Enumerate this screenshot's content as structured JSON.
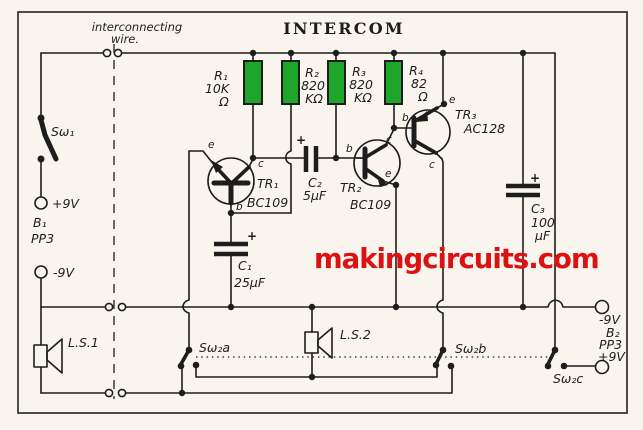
{
  "colors": {
    "paper": "#f9f5ee",
    "ink": "#1d1d1d",
    "resistor": "#1ea62b",
    "watermark": "#dc1111",
    "border": "#3a3a3a"
  },
  "title": "INTERCOM",
  "watermark": "makingcircuits.com",
  "interconnect": {
    "line1": "interconnecting",
    "line2": "wire."
  },
  "pins": {
    "e": "e",
    "b": "b",
    "c": "c"
  },
  "resistors": {
    "r1": {
      "name": "R₁",
      "value": "10K",
      "unit": "Ω"
    },
    "r2": {
      "name": "R₂",
      "value": "820",
      "unit": "KΩ"
    },
    "r3": {
      "name": "R₃",
      "value": "820",
      "unit": "KΩ"
    },
    "r4": {
      "name": "R₄",
      "value": "82",
      "unit": "Ω"
    }
  },
  "transistors": {
    "tr1": {
      "name": "TR₁",
      "part": "BC109"
    },
    "tr2": {
      "name": "TR₂",
      "part": "BC109"
    },
    "tr3": {
      "name": "TR₃",
      "part": "AC128"
    }
  },
  "capacitors": {
    "c1": {
      "name": "C₁",
      "value": "25µF",
      "polarity": "+"
    },
    "c2": {
      "name": "C₂",
      "value": "5µF",
      "polarity": "+"
    },
    "c3": {
      "name": "C₃",
      "value": "100",
      "unit": "µF",
      "polarity": "+"
    }
  },
  "switches": {
    "sw1": "Sω₁",
    "sw2a": "Sω₂a",
    "sw2b": "Sω₂b",
    "sw2c": "Sω₂c"
  },
  "batteries": {
    "b1": {
      "plus": "+9V",
      "name": "B₁",
      "type": "PP3",
      "minus": "-9V"
    },
    "b2": {
      "minus": "-9V",
      "name": "B₂",
      "type": "PP3",
      "plus": "+9V"
    }
  },
  "speakers": {
    "ls1": "L.S.1",
    "ls2": "L.S.2"
  }
}
